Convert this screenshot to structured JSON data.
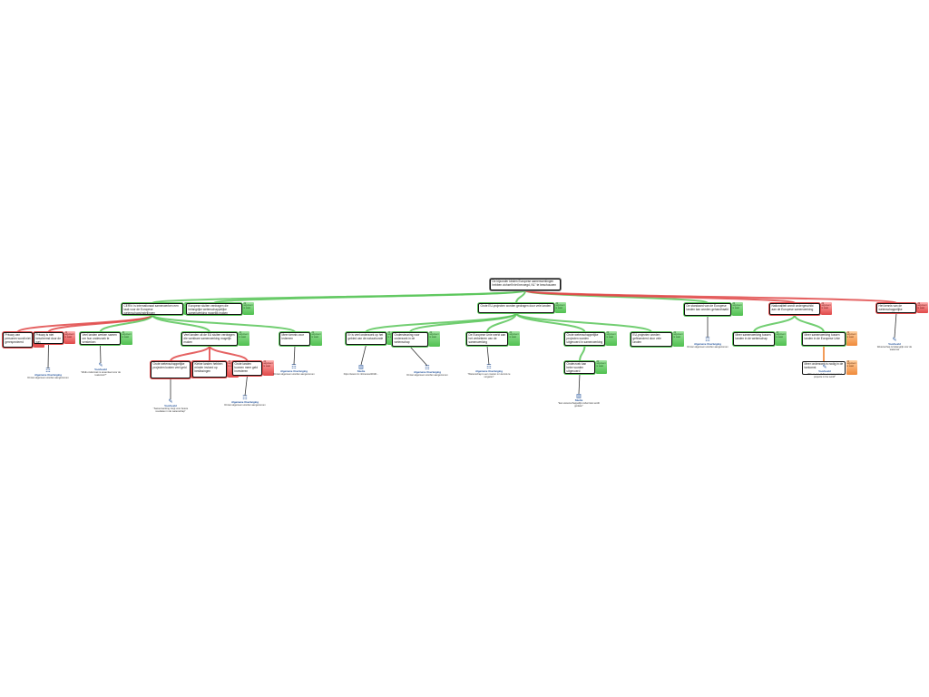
{
  "colors": {
    "pro": "#59c659",
    "con": "#e04848",
    "mid": "#f08a3a",
    "root": "#777777",
    "icon": "#1e4f99"
  },
  "tab_label_pro": "dit argument is waar",
  "tab_label_con": "dit argument is waar",
  "nodes": [
    {
      "id": "root",
      "kind": "root",
      "text": "De bijzonder kinden Europese samenwerkingen hebben zichzelf niet bevoegd, NL\" te beschouwen"
    },
    {
      "id": "a1",
      "kind": "pro",
      "text": "CERN: Is internationaal samenwerken een taak voor de Europese wetenschapsinstellingen"
    },
    {
      "id": "a2",
      "kind": "pro",
      "text": "Europese sluiten verdragen die belangrijke wetenschappelijke samenwerking mogelijk maken"
    },
    {
      "id": "a3",
      "kind": "pro",
      "text": "Grote EU-projecten worden gedragen door vele landen"
    },
    {
      "id": "a4",
      "kind": "pro",
      "text": "De standaard van de Europese landen kan worden gehandhaafd"
    },
    {
      "id": "a5",
      "kind": "con",
      "text": "Nationaliteit wordt ondergeschikt aan de Europese samenwerking"
    },
    {
      "id": "a6",
      "kind": "con",
      "text": "Het kennis van de wetenschappelijke samenwerking"
    },
    {
      "id": "b1",
      "kind": "con",
      "text": "Privacy van personen wordt niet gerespecteerd"
    },
    {
      "id": "b2",
      "kind": "con",
      "text": "Privacy is niet beschermd door de wet"
    },
    {
      "id": "b3",
      "kind": "pro",
      "text": "Veel landen werken samen om hun onderzoek te versterken"
    },
    {
      "id": "b4",
      "kind": "pro",
      "text": "Veel landen uit de EU sluiten verdragen die werkbare samenwerking mogelijk maken"
    },
    {
      "id": "b5",
      "kind": "pro",
      "text": "Meer kennis voor iedereen"
    },
    {
      "id": "b6",
      "kind": "pro",
      "text": "Er is veel onderzoek op het gebied van de natuurkunde"
    },
    {
      "id": "b7",
      "kind": "pro",
      "text": "Ondersteuning voor onderzoek in de wetenschap"
    },
    {
      "id": "b8",
      "kind": "pro",
      "text": "De Europese Unie werkt aan het verbeteren van de samenwerking"
    },
    {
      "id": "b9",
      "kind": "pro",
      "text": "Grote wetenschappelijke projecten worden uitgevoerd in samenwerking"
    },
    {
      "id": "b10",
      "kind": "pro",
      "text": "EU-projecten worden gefinancierd door vele landen"
    },
    {
      "id": "b11",
      "kind": "pro",
      "text": "Meer samenwerking tussen landen in de wetenschap"
    },
    {
      "id": "b12",
      "kind": "pro",
      "text": "Meer samenwerking tussen landen in de Europese Unie"
    },
    {
      "id": "c1",
      "kind": "con",
      "text": "Grote wetenschappelijke projecten kosten veel geld"
    },
    {
      "id": "c2",
      "kind": "con",
      "text": "Kleine landen hebben minder invloed op beslissingen"
    },
    {
      "id": "c3",
      "kind": "con",
      "text": "Grote landen kunnen meer geld investeren"
    },
    {
      "id": "c4",
      "kind": "pro",
      "text": "Onderzoek kan beter worden uitgevoerd"
    },
    {
      "id": "c5",
      "kind": "mid",
      "text": "Meer onderzoek is nodig in de toekomst"
    }
  ],
  "sources": [
    {
      "id": "s1",
      "kind": "Algemene Overtuiging",
      "text": "Dit kan algemeen worden aangenomen"
    },
    {
      "id": "s2",
      "kind": "Voorbeeld",
      "text": "\"Welk onderzoek is essentieel voor de toekomst?\""
    },
    {
      "id": "s3",
      "kind": "Voorbeeld",
      "text": "\"Samenwerking zorgt voor betere resultaten in de wetenschap\""
    },
    {
      "id": "s4",
      "kind": "Algemene Overtuiging",
      "text": "Dit kan algemeen worden aangenomen"
    },
    {
      "id": "s5",
      "kind": "Algemene Overtuiging",
      "text": "Dit kan algemeen worden aangenomen"
    },
    {
      "id": "s6",
      "kind": "Studie",
      "text": "https://www.nrc.nl/nieuws/2019/..."
    },
    {
      "id": "s7",
      "kind": "Algemene Overtuiging",
      "text": "Dit kan algemeen worden aangenomen"
    },
    {
      "id": "s8",
      "kind": "Algemene Overtuiging",
      "text": "\"Wetenschap is een manier om kennis te vergaren\""
    },
    {
      "id": "s9",
      "kind": "Studie",
      "text": "\"Een wetenschappelijk onderzoek wordt gedaan\""
    },
    {
      "id": "s10",
      "kind": "Algemene Overtuiging",
      "text": "Dit kan algemeen worden aangenomen"
    },
    {
      "id": "s11",
      "kind": "Voorbeeld",
      "text": "\"This is one of the most important projects in the world\""
    },
    {
      "id": "s12",
      "kind": "Voorbeeld",
      "text": "Wetenschap is belangrijk voor de toekomst"
    }
  ]
}
